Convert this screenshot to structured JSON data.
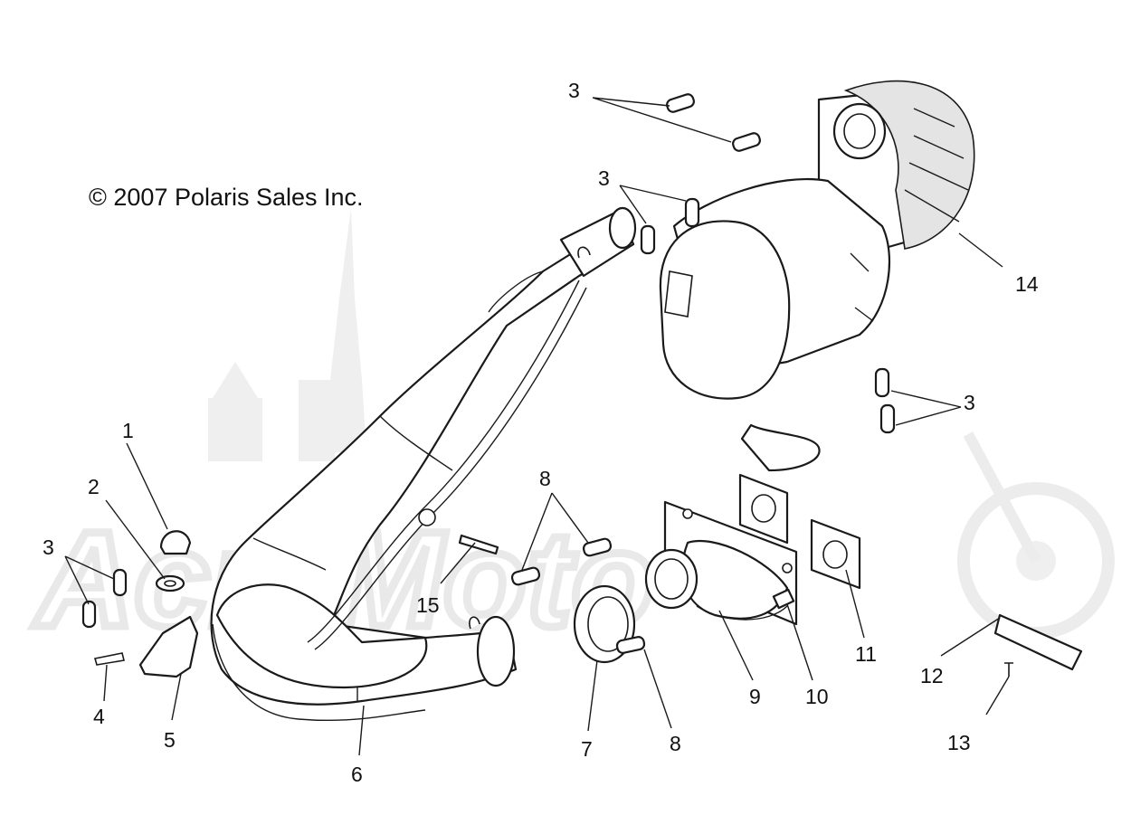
{
  "copyright": "© 2007 Polaris Sales Inc.",
  "watermark": "AcmMoto",
  "colors": {
    "ink": "#1a1a1a",
    "watermark": "#e9e9e9",
    "background": "#ffffff"
  },
  "callouts": [
    "1",
    "2",
    "3",
    "3",
    "3",
    "3",
    "4",
    "5",
    "6",
    "7",
    "8",
    "8",
    "9",
    "10",
    "11",
    "12",
    "13",
    "14",
    "15"
  ]
}
